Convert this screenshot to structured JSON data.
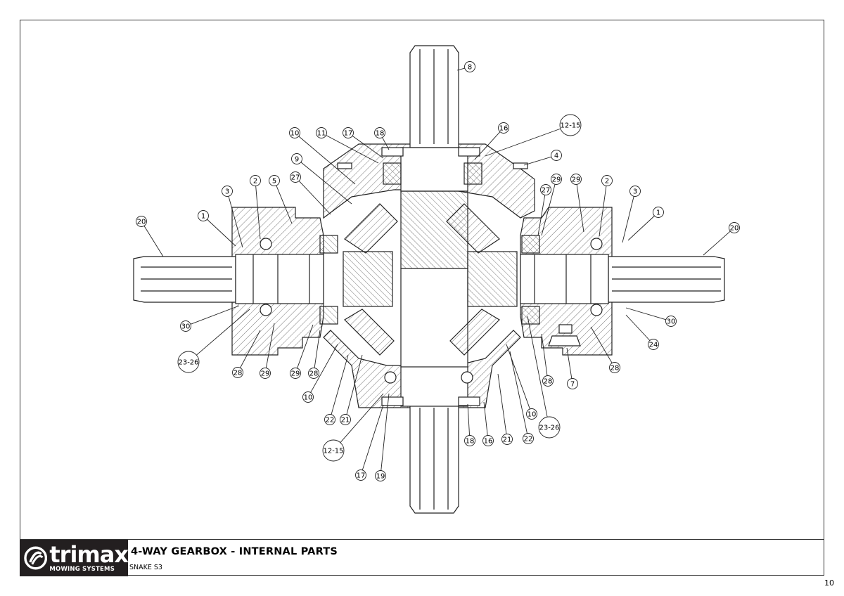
{
  "title_block": {
    "logo_word": "trimax",
    "logo_subtitle": "MOWING SYSTEMS",
    "title": "4-WAY GEARBOX - INTERNAL PARTS",
    "subtitle": "SNAKE S3"
  },
  "page_number": "10",
  "callouts": [
    "8",
    "10",
    "11",
    "17",
    "18",
    "16",
    "12-15",
    "4",
    "9",
    "27",
    "3",
    "2",
    "5",
    "1",
    "20",
    "27",
    "29",
    "29",
    "2",
    "3",
    "1",
    "20",
    "30",
    "30",
    "23-26",
    "24",
    "28",
    "29",
    "29",
    "28",
    "28",
    "7",
    "28",
    "10",
    "10",
    "23-26",
    "22",
    "21",
    "12-15",
    "18",
    "16",
    "21",
    "22",
    "17",
    "19"
  ]
}
